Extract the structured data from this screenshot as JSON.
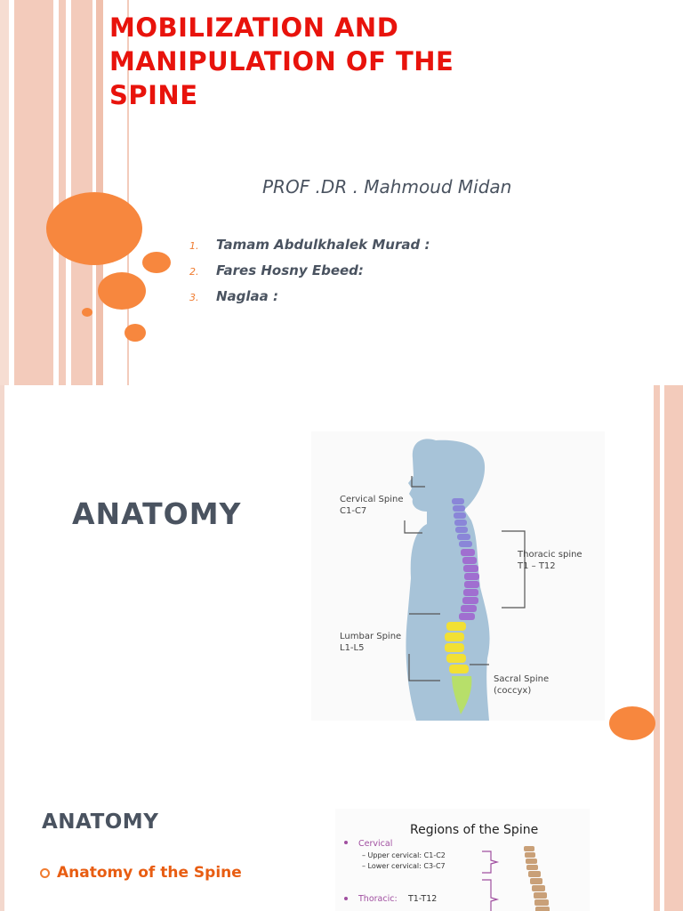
{
  "slide1": {
    "title": "MOBILIZATION AND\nMANIPULATION OF  THE\nSPINE",
    "presenter": "PROF .DR . Mahmoud Midan",
    "names": [
      {
        "num": "1.",
        "name": "Tamam Abdulkhalek Murad :"
      },
      {
        "num": "2.",
        "name": "Fares Hosny Ebeed:"
      },
      {
        "num": "3.",
        "name": "Naglaa :"
      }
    ]
  },
  "slide2": {
    "heading": "ANATOMY",
    "figure": {
      "cervical_label": "Cervical Spine",
      "cervical_range": "C1-C7",
      "thoracic_label": "Thoracic spine",
      "thoracic_range": "T1 – T12",
      "lumbar_label": "Lumbar Spine",
      "lumbar_range": "L1-L5",
      "sacral_label": "Sacral Spine",
      "sacral_range": "(coccyx)"
    }
  },
  "slide3": {
    "heading": "ANATOMY",
    "bullet": "Anatomy of the Spine",
    "figure": {
      "title": "Regions of the Spine",
      "cervical": "Cervical",
      "upper_cervical": "–  Upper cervical: C1-C2",
      "lower_cervical": "–  Lower cervical: C3-C7",
      "thoracic": "Thoracic:",
      "thoracic_range": "T1-T12"
    }
  },
  "colors": {
    "title_red": "#e8130c",
    "accent_orange": "#f7873e",
    "text_slate": "#4a5360",
    "stripe_pink": "#f3cbbb"
  }
}
